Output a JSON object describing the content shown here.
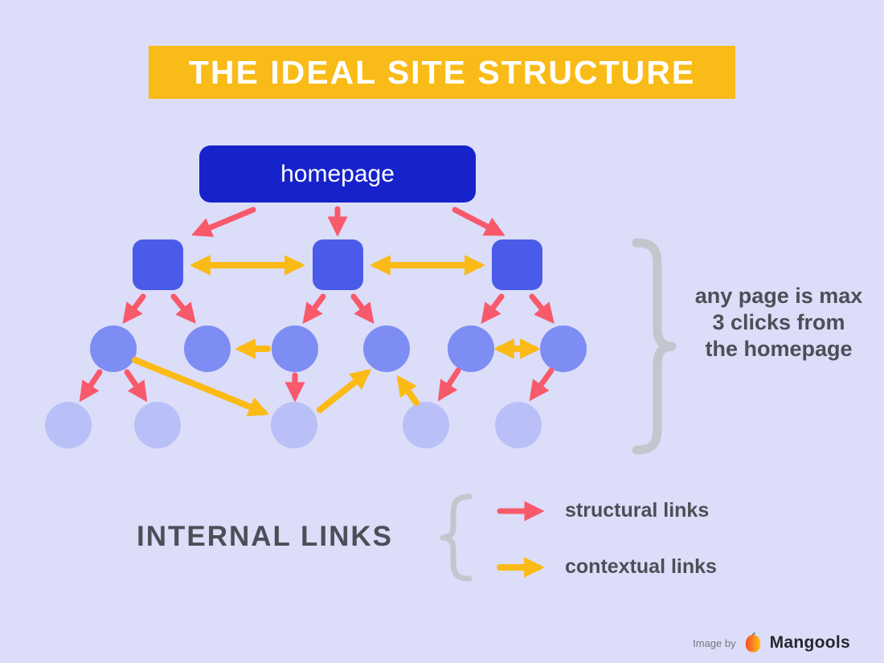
{
  "title": "THE IDEAL SITE STRUCTURE",
  "diagram": {
    "homepage_label": "homepage",
    "annotation": "any page is max 3 clicks from the homepage",
    "level_node_counts": [
      1,
      3,
      6,
      5
    ]
  },
  "legend": {
    "heading": "INTERNAL LINKS",
    "items": [
      {
        "label": "structural links",
        "color": "#f8596b"
      },
      {
        "label": "contextual links",
        "color": "#fbba16"
      }
    ]
  },
  "footer": {
    "credit": "Image by",
    "brand": "Mangools"
  },
  "colors": {
    "background": "#dcddf8",
    "banner": "#f9bb17",
    "homepage_node": "#1623cb",
    "category_node": "#4a5be9",
    "subpage_node": "#7e8df3",
    "deep_page_node": "#b9c0f7",
    "structural_arrow": "#f8596b",
    "contextual_arrow": "#fbba16",
    "brace": "#c5c5ce",
    "text_dark": "#4d4e57"
  }
}
